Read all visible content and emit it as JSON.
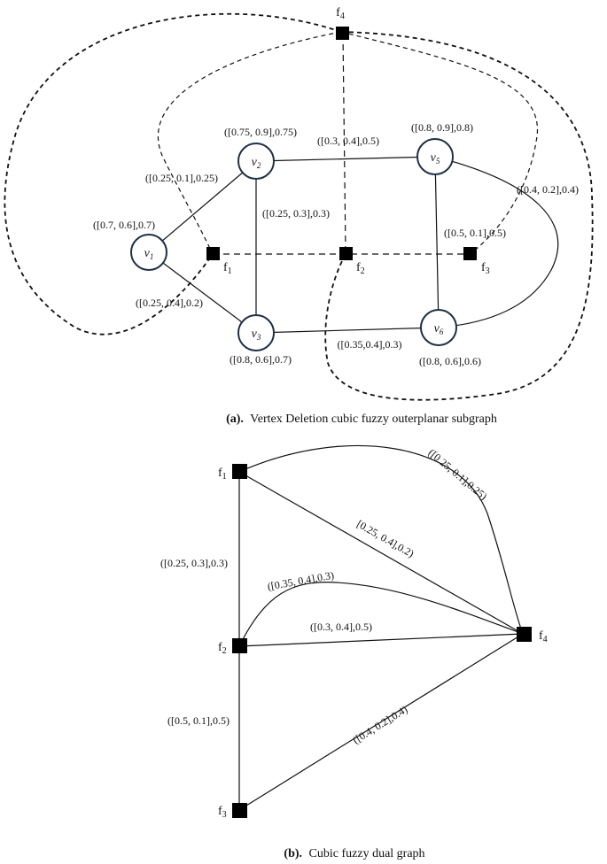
{
  "panel_a": {
    "vertices": [
      {
        "id": "v1",
        "name": "v",
        "sub": "1",
        "value": "([0.7, 0.6],0.7)"
      },
      {
        "id": "v2",
        "name": "v",
        "sub": "2",
        "value": "([0.75, 0.9],0.75)"
      },
      {
        "id": "v3",
        "name": "v",
        "sub": "3",
        "value": "([0.8, 0.6],0.7)"
      },
      {
        "id": "v5",
        "name": "v",
        "sub": "5",
        "value": "([0.8, 0.9],0.8)"
      },
      {
        "id": "v6",
        "name": "v",
        "sub": "6",
        "value": "([0.8, 0.6],0.6)"
      }
    ],
    "faces": [
      {
        "id": "f1",
        "name": "f",
        "sub": "1"
      },
      {
        "id": "f2",
        "name": "f",
        "sub": "2"
      },
      {
        "id": "f3",
        "name": "f",
        "sub": "3"
      },
      {
        "id": "f4",
        "name": "f",
        "sub": "4"
      }
    ],
    "edges": [
      {
        "id": "v1v2",
        "label": "([0.25, 0.1],0.25)"
      },
      {
        "id": "v1v3",
        "label": "([0.25, 0.4],0.2)"
      },
      {
        "id": "v2v3",
        "label": "([0.25, 0.3],0.3)"
      },
      {
        "id": "v2v5",
        "label": "([0.3, 0.4],0.5)"
      },
      {
        "id": "v5v6",
        "label": "([0.5, 0.1],0.5)"
      },
      {
        "id": "v3v6",
        "label": "([0.35,0.4],0.3)"
      },
      {
        "id": "v5v6_outer",
        "label": "([0.4, 0.2],0.4)"
      }
    ],
    "caption_prefix": "(a).",
    "caption_text": "Vertex Deletion cubic fuzzy outerplanar subgraph"
  },
  "panel_b": {
    "nodes": [
      {
        "id": "f1",
        "name": "f",
        "sub": "1"
      },
      {
        "id": "f2",
        "name": "f",
        "sub": "2"
      },
      {
        "id": "f3",
        "name": "f",
        "sub": "3"
      },
      {
        "id": "f4",
        "name": "f",
        "sub": "4"
      }
    ],
    "edges": [
      {
        "id": "f1f4_curve",
        "label": "([0.25, 0.1],0.25)"
      },
      {
        "id": "f1f4",
        "label": "[0.25, 0.4],0.2)"
      },
      {
        "id": "f1f2",
        "label": "([0.25, 0.3],0.3)"
      },
      {
        "id": "f2f4_curve",
        "label": "([0.35, 0.4],0.3)"
      },
      {
        "id": "f2f4",
        "label": "([0.3, 0.4],0.5)"
      },
      {
        "id": "f2f3",
        "label": "([0.5, 0.1],0.5)"
      },
      {
        "id": "f3f4",
        "label": "([0.4, 0.2],0.4)"
      }
    ],
    "caption_prefix": "(b).",
    "caption_text": "Cubic fuzzy dual graph"
  }
}
